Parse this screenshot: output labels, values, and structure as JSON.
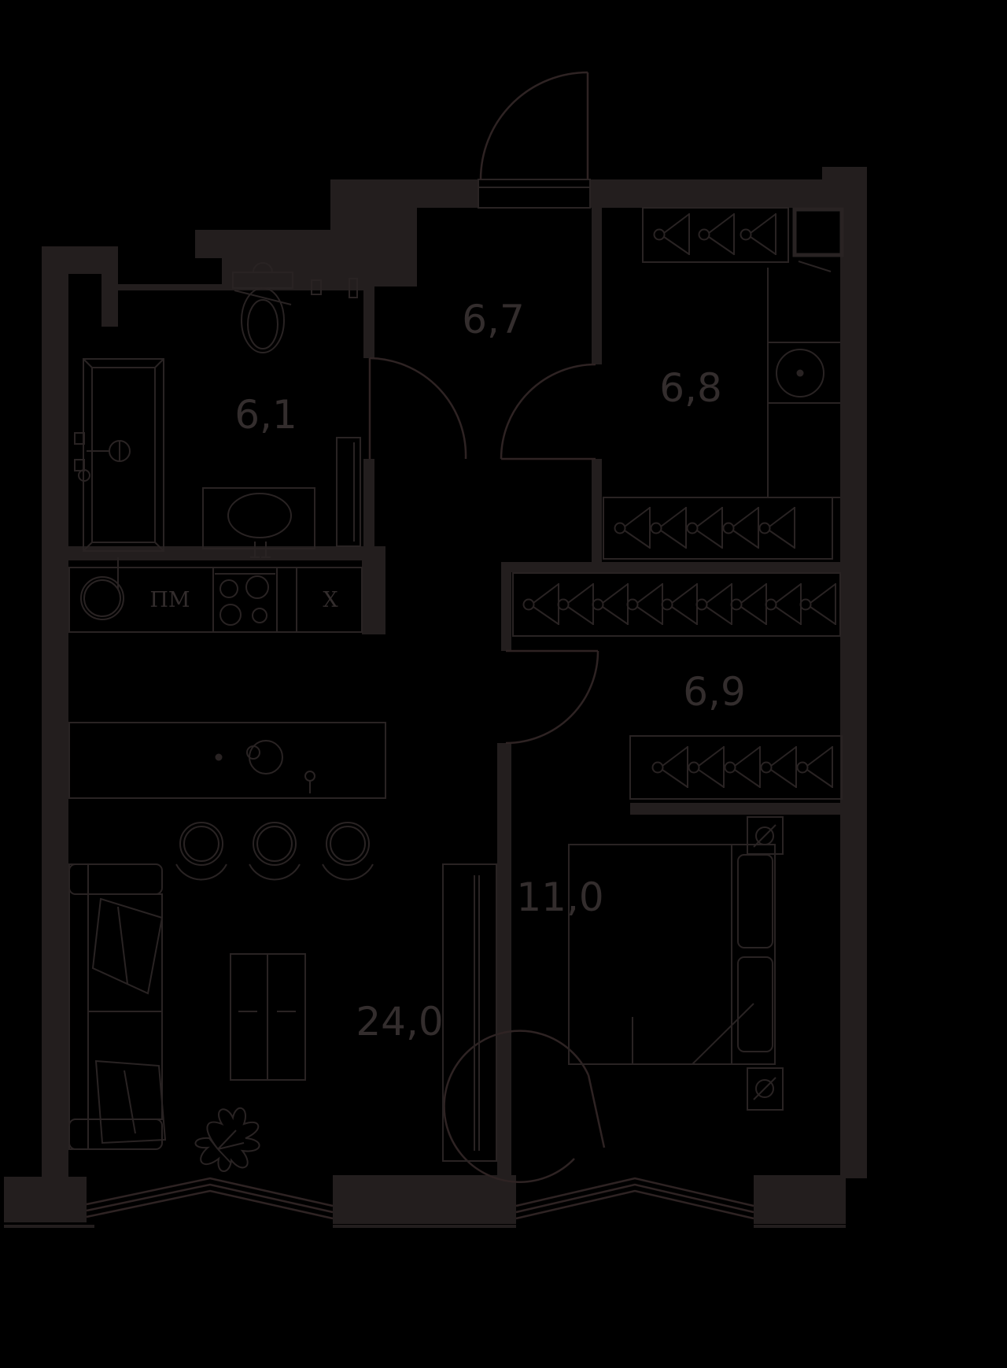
{
  "plan": {
    "rooms": [
      {
        "name": "bathroom",
        "area": "6,1"
      },
      {
        "name": "hallway",
        "area": "6,7"
      },
      {
        "name": "room-small",
        "area": "6,8"
      },
      {
        "name": "wardrobe",
        "area": "6,9"
      },
      {
        "name": "bedroom",
        "area": "11,0"
      },
      {
        "name": "living-kitchen",
        "area": "24,0"
      }
    ],
    "kitchen": {
      "dishwasher_label": "ПМ",
      "fridge_label": "X"
    },
    "theme": {
      "background": "#000000",
      "wall": "#231e1e",
      "line": "#292323",
      "arc": "#2e2323",
      "text": "#332d2d"
    }
  }
}
